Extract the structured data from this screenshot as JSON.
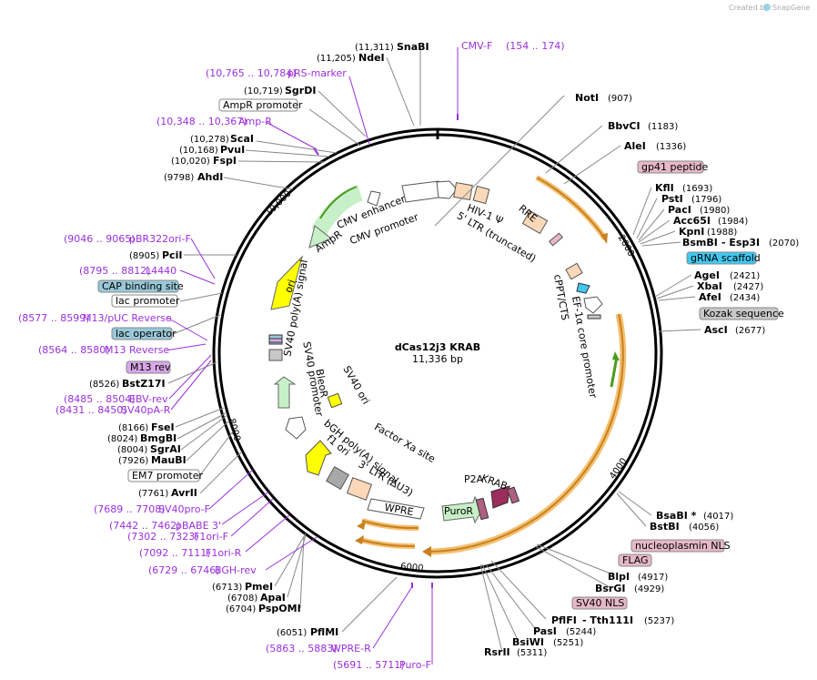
{
  "credit": {
    "prefix": "Created by",
    "brand": "SnapGene"
  },
  "plasmid": {
    "name": "dCas12j3 KRAB",
    "size": "11,336 bp"
  },
  "ticks": [
    "2000",
    "4000",
    "6000",
    "8000",
    "10,000"
  ],
  "enzymes": {
    "snabi": {
      "name": "SnaBI",
      "pos": "(11,311)"
    },
    "ndei": {
      "name": "NdeI",
      "pos": "(11,205)"
    },
    "sgrdi": {
      "name": "SgrDI",
      "pos": "(10,719)"
    },
    "scai": {
      "name": "ScaI",
      "pos": "(10,278)"
    },
    "pvui": {
      "name": "PvuI",
      "pos": "(10,168)"
    },
    "fspi": {
      "name": "FspI",
      "pos": "(10,020)"
    },
    "ahdi": {
      "name": "AhdI",
      "pos": "(9798)"
    },
    "pcii": {
      "name": "PciI",
      "pos": "(8905)"
    },
    "bstz17i": {
      "name": "BstZ17I",
      "pos": "(8526)"
    },
    "fsei": {
      "name": "FseI",
      "pos": "(8166)"
    },
    "bmgbi": {
      "name": "BmgBI",
      "pos": "(8024)"
    },
    "sgrai": {
      "name": "SgrAI",
      "pos": "(8004)"
    },
    "maubi": {
      "name": "MauBI",
      "pos": "(7926)"
    },
    "avrii": {
      "name": "AvrII",
      "pos": "(7761)"
    },
    "pmei": {
      "name": "PmeI",
      "pos": "(6713)"
    },
    "apai": {
      "name": "ApaI",
      "pos": "(6708)"
    },
    "pspomi": {
      "name": "PspOMI",
      "pos": "(6704)"
    },
    "pflmi": {
      "name": "PflMI",
      "pos": "(6051)"
    },
    "noti": {
      "name": "NotI",
      "pos": "(907)"
    },
    "bbvci": {
      "name": "BbvCI",
      "pos": "(1183)"
    },
    "alei": {
      "name": "AleI",
      "pos": "(1336)"
    },
    "kfli": {
      "name": "KflI",
      "pos": "(1693)"
    },
    "psti": {
      "name": "PstI",
      "pos": "(1796)"
    },
    "paci": {
      "name": "PacI",
      "pos": "(1980)"
    },
    "acc65i": {
      "name": "Acc65I",
      "pos": "(1984)"
    },
    "kpni": {
      "name": "KpnI",
      "pos": "(1988)"
    },
    "bsmbi": {
      "name": "BsmBI",
      "name2": "- Esp3I",
      "pos": "(2070)"
    },
    "agei": {
      "name": "AgeI",
      "pos": "(2421)"
    },
    "xbai": {
      "name": "XbaI",
      "pos": "(2427)"
    },
    "afei": {
      "name": "AfeI",
      "pos": "(2434)"
    },
    "asci": {
      "name": "AscI",
      "pos": "(2677)"
    },
    "bsabi": {
      "name": "BsaBI *",
      "pos": "(4017)"
    },
    "bstbi": {
      "name": "BstBI",
      "pos": "(4056)"
    },
    "blpi": {
      "name": "BlpI",
      "pos": "(4917)"
    },
    "bsrgi": {
      "name": "BsrGI",
      "pos": "(4929)"
    },
    "pflfi": {
      "name": "PflFI",
      "name2": "- Tth111I",
      "pos": "(5237)"
    },
    "pasi": {
      "name": "PasI",
      "pos": "(5244)"
    },
    "bsiwi": {
      "name": "BsiWI",
      "pos": "(5251)"
    },
    "rsrii": {
      "name": "RsrII",
      "pos": "(5311)"
    }
  },
  "primers": {
    "cmvf": {
      "name": "CMV-F",
      "range": "(154 .. 174)"
    },
    "prs": {
      "name": "pRS-marker",
      "range": "(10,765 .. 10,784)"
    },
    "ampr": {
      "name": "Amp-R",
      "range": "(10,348 .. 10,367)"
    },
    "pbr": {
      "name": "pBR322ori-F",
      "range": "(9046 .. 9065)"
    },
    "l4440": {
      "name": "L4440",
      "range": "(8795 .. 8812)"
    },
    "m13puc": {
      "name": "M13/pUC Reverse",
      "range": "(8577 .. 8599)"
    },
    "m13rev": {
      "name": "M13 Reverse",
      "range": "(8564 .. 8580)"
    },
    "ebv": {
      "name": "EBV-rev",
      "range": "(8485 .. 8504)"
    },
    "sv40pa": {
      "name": "SV40pA-R",
      "range": "(8431 .. 8450)"
    },
    "sv40pro": {
      "name": "SV40pro-F",
      "range": "(7689 .. 7708)"
    },
    "pbabe": {
      "name": "pBABE 3'",
      "range": "(7442 .. 7462)"
    },
    "f1orif": {
      "name": "F1ori-F",
      "range": "(7302 .. 7323)"
    },
    "f1orir": {
      "name": "F1ori-R",
      "range": "(7092 .. 7111)"
    },
    "bgh": {
      "name": "BGH-rev",
      "range": "(6729 .. 6746)"
    },
    "wprer": {
      "name": "WPRE-R",
      "range": "(5863 .. 5883)"
    },
    "purof": {
      "name": "Puro-F",
      "range": "(5691 .. 5711)"
    }
  },
  "boxes": {
    "amprp": "AmpR promoter",
    "gp41": "gp41 peptide",
    "grna": "gRNA scaffold",
    "kozak": "Kozak sequence",
    "cap": "CAP binding site",
    "lacp": "lac promoter",
    "laco": "lac operator",
    "m13": "M13 rev",
    "em7": "EM7 promoter",
    "nls": "nucleoplasmin NLS",
    "flag": "FLAG",
    "sv40nls": "SV40 NLS"
  },
  "features": {
    "cmvenh": "CMV enhancer",
    "cmvpro": "CMV promoter",
    "hiv": "HIV-1 Ψ",
    "rre": "RRE",
    "ltr5": "5' LTR (truncated)",
    "cppt": "cPPT/CTS",
    "ef1a": "EF-1α core promoter",
    "ampr": "AmpR",
    "ori": "ori",
    "sv40pa": "SV40 poly(A) signal",
    "sv40pro": "SV40 promoter",
    "bleor": "BleoR",
    "sv40ori": "SV40 ori",
    "bgh": "bGH poly(A) signal",
    "f1ori": "f1 ori",
    "ltr3": "3' LTR (ΔU3)",
    "wpre": "WPRE",
    "puror": "PuroR",
    "p2a": "P2A",
    "krab": "KRAB",
    "factorxa": "Factor Xa site"
  },
  "colors": {
    "primer": "#9b30d9",
    "orf_orange": "#f4b860",
    "ori_yellow": "#ffff00",
    "ampr_green": "#c8f0c8",
    "box_pink": "#e6b8c8",
    "box_cyan": "#40c8f0",
    "box_teal": "#99c8d8",
    "box_gray": "#c8c8c8",
    "box_violet": "#d8a8e8",
    "krab": "#9b2c5c"
  }
}
